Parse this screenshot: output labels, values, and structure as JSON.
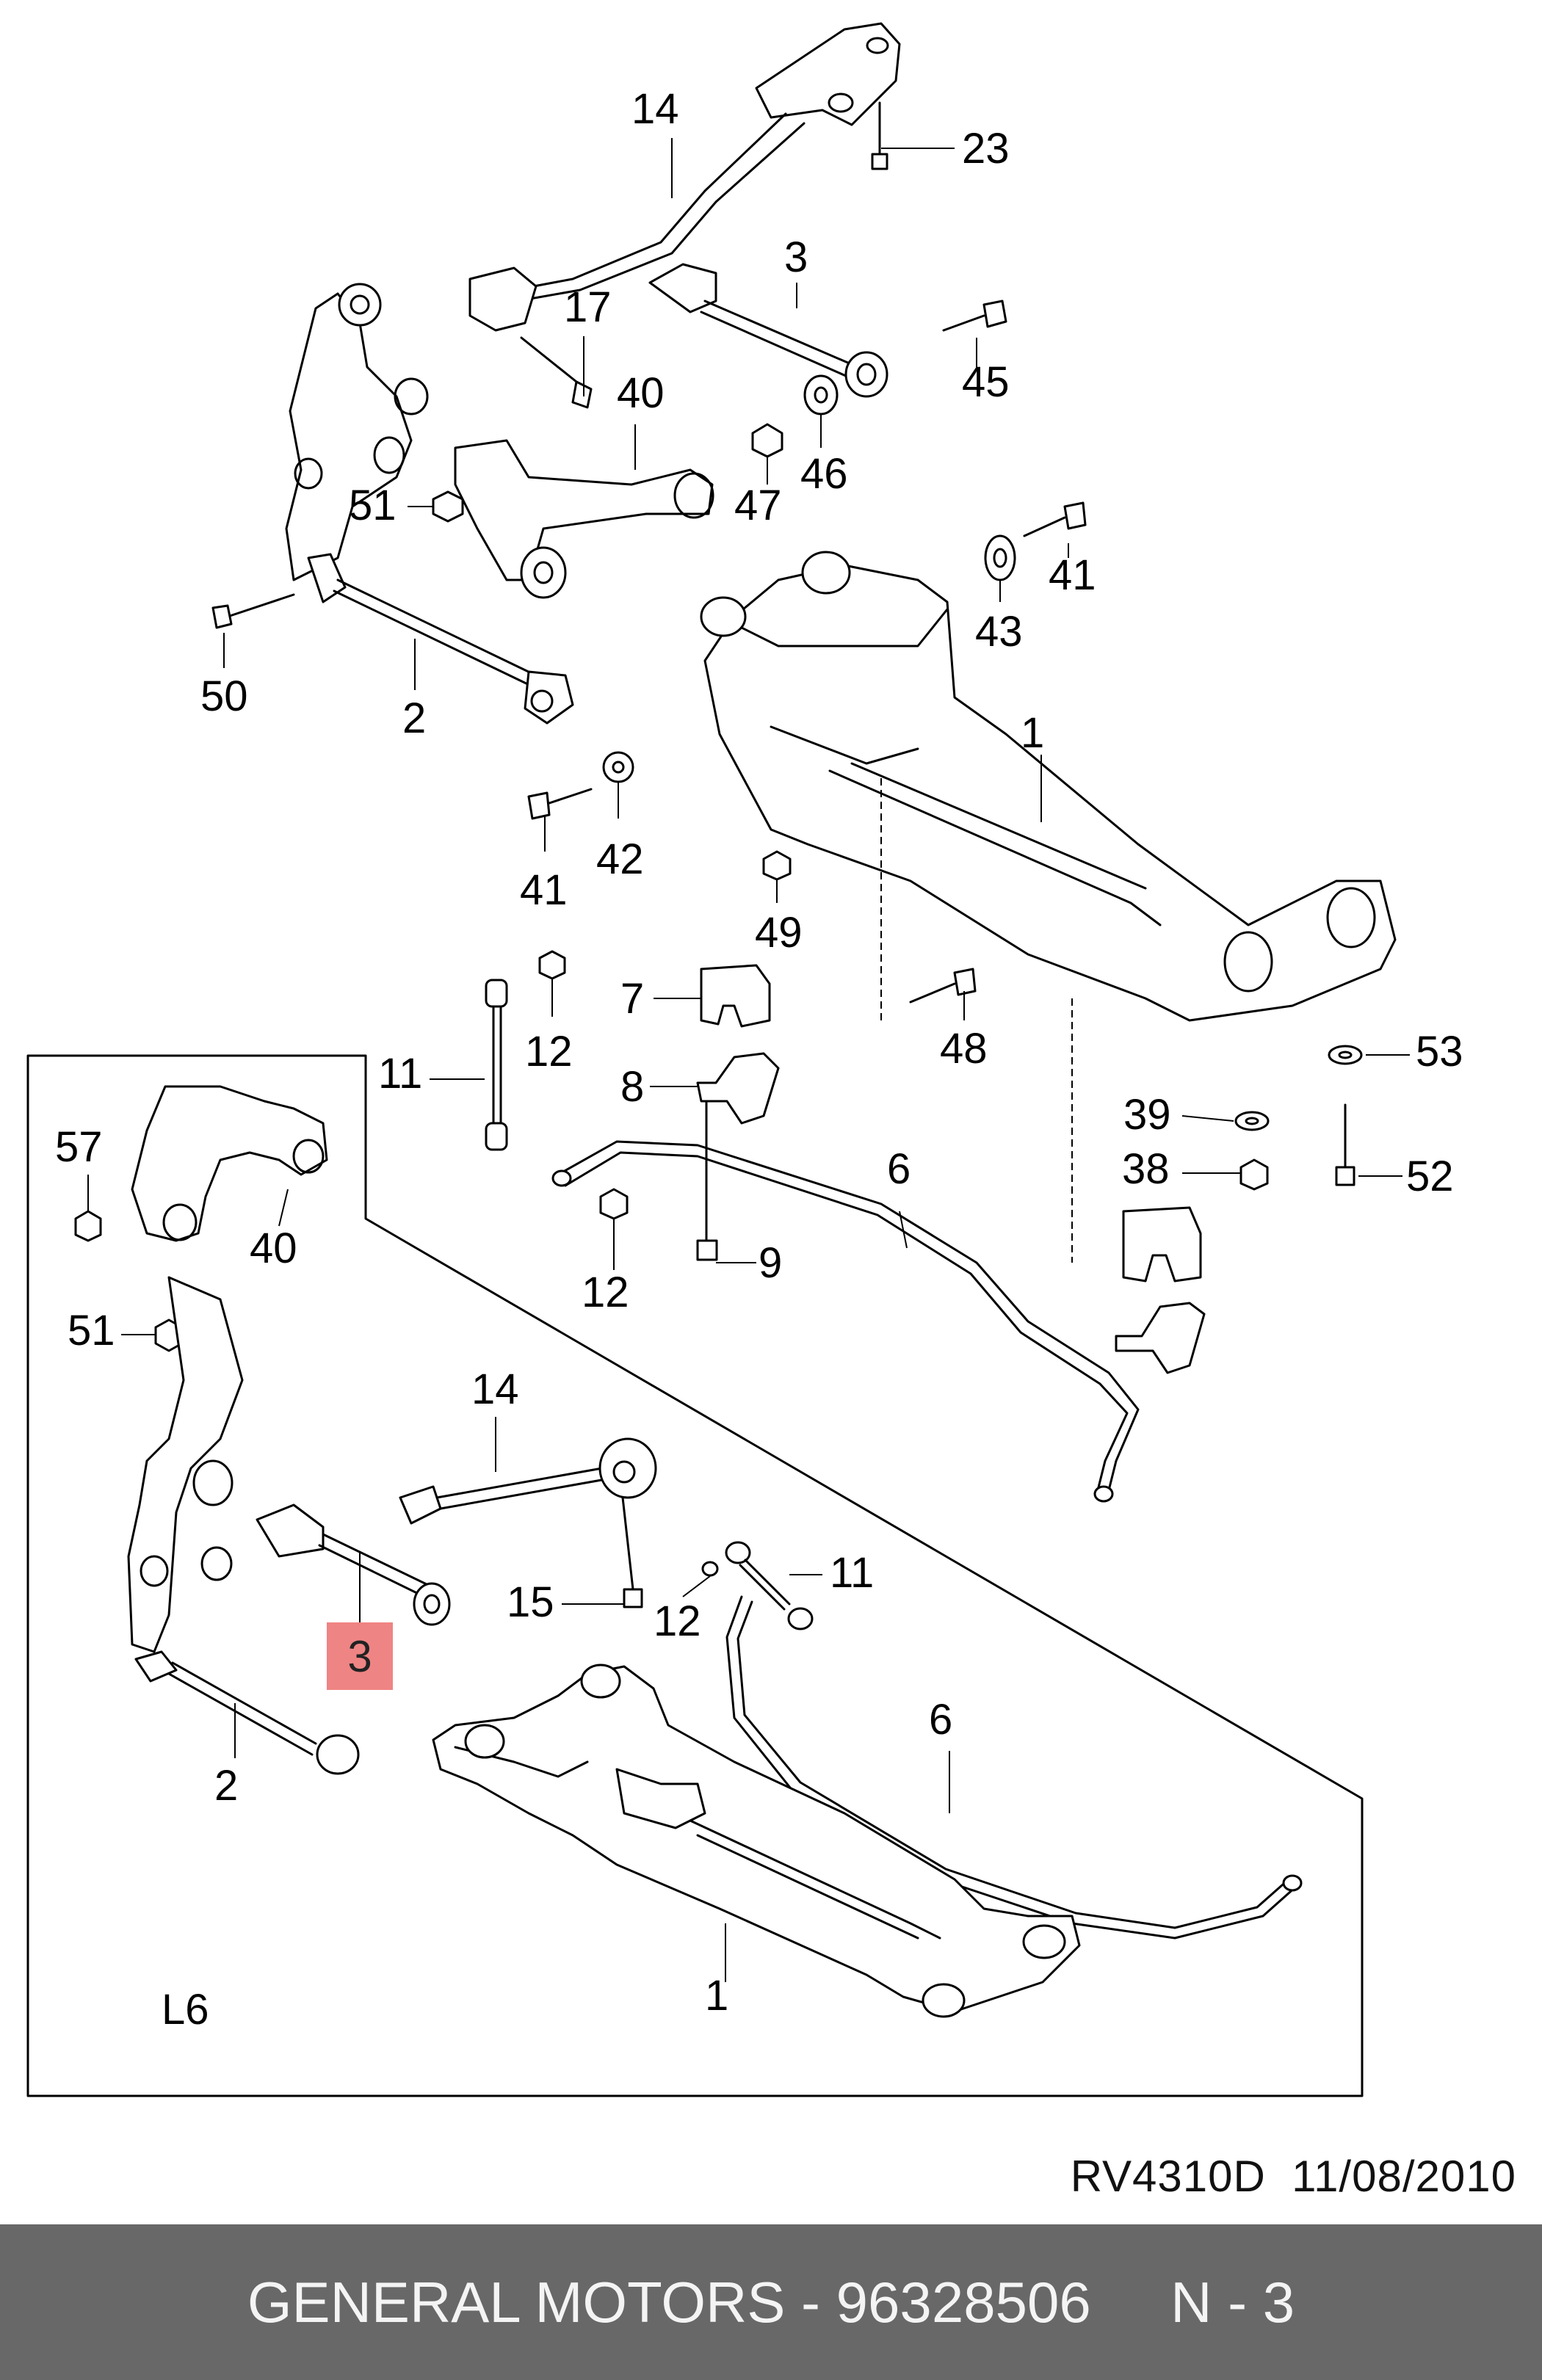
{
  "callouts": {
    "c14_top": "14",
    "c23": "23",
    "c3_top": "3",
    "c17": "17",
    "c45": "45",
    "c40_top": "40",
    "c46": "46",
    "c47": "47",
    "c51_top": "51",
    "c41_right": "41",
    "c43": "43",
    "c50": "50",
    "c2_top": "2",
    "c1_top": "1",
    "c41_left": "41",
    "c42": "42",
    "c49": "49",
    "c7": "7",
    "c12_top": "12",
    "c11_top": "11",
    "c48": "48",
    "c53": "53",
    "c8": "8",
    "c39": "39",
    "c6_top": "6",
    "c38": "38",
    "c52": "52",
    "c9": "9",
    "c12_mid": "12",
    "c57": "57",
    "c40_inset": "40",
    "c51_inset": "51",
    "c14_inset": "14",
    "c15": "15",
    "c12_inset": "12",
    "c11_inset": "11",
    "c2_inset": "2",
    "c6_inset": "6",
    "c1_inset": "1",
    "c3_inset": "3",
    "variant": "L6"
  },
  "reference": "RV4310D  11/08/2010",
  "footer": "GENERAL MOTORS - 96328506     N - 3"
}
